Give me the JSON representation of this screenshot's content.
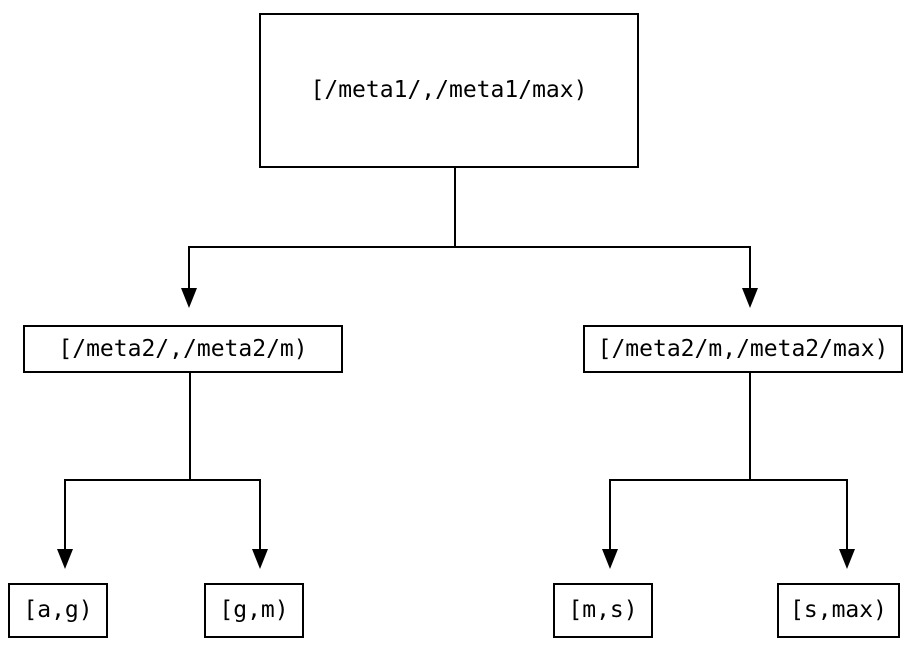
{
  "tree": {
    "root": {
      "label": "[/meta1/,/meta1/max)",
      "children": [
        {
          "label": "[/meta2/,/meta2/m)",
          "children": [
            {
              "label": "[a,g)"
            },
            {
              "label": "[g,m)"
            }
          ]
        },
        {
          "label": "[/meta2/m,/meta2/max)",
          "children": [
            {
              "label": "[m,s)"
            },
            {
              "label": "[s,max)"
            }
          ]
        }
      ]
    }
  },
  "colors": {
    "line": "#000000",
    "node_border": "#000000",
    "node_fill": "#ffffff",
    "text": "#000000",
    "background": "#ffffff"
  }
}
